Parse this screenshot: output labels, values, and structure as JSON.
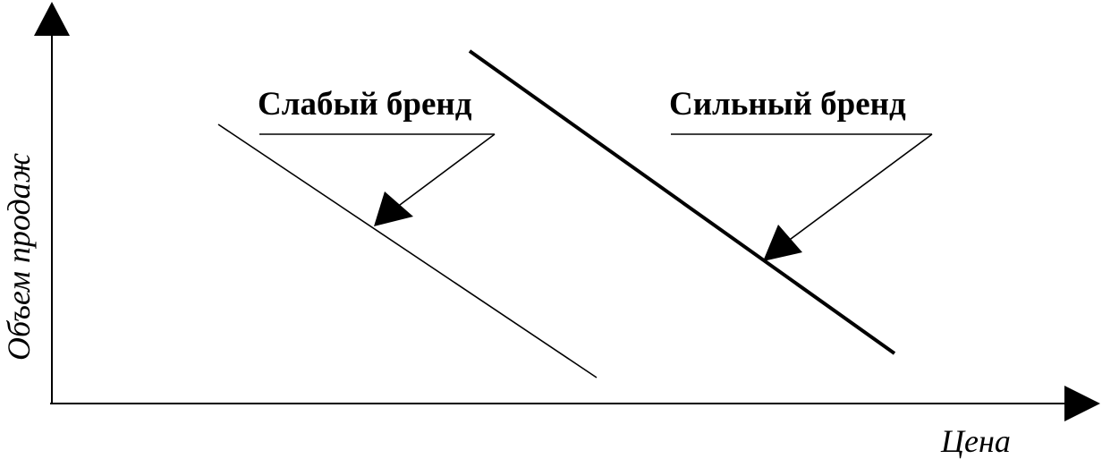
{
  "axes": {
    "x_label": "Цена",
    "y_label": "Объем продаж"
  },
  "curves": {
    "weak": {
      "label": "Слабый бренд"
    },
    "strong": {
      "label": "Сильный бренд"
    }
  },
  "colors": {
    "stroke": "#000000",
    "background": "#ffffff"
  }
}
